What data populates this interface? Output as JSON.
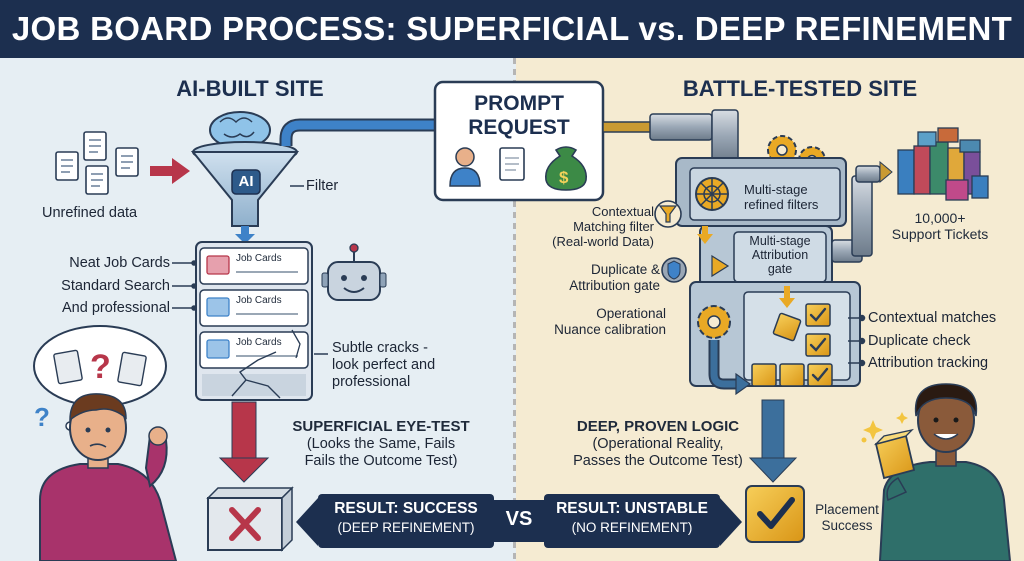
{
  "title": "JOB BOARD PROCESS: SUPERFICIAL vs. DEEP REFINEMENT",
  "left": {
    "heading": "AI-BUILT SITE",
    "unrefined_label": "Unrefined data",
    "filter_label": "Filter",
    "ai_label": "AI",
    "features": [
      "Neat Job Cards",
      "Standard Search",
      "And professional"
    ],
    "job_cards": [
      "Job Cards",
      "Job Cards",
      "Job Cards"
    ],
    "cracks_label": "Subtle cracks -\nlook perfect and\nprofessional",
    "eye_test_title": "SUPERFICIAL EYE-TEST",
    "eye_test_sub": "(Looks the Same, Fails\nFails the Outcome Test)"
  },
  "prompt": {
    "title": "PROMPT\nREQUEST",
    "icons": [
      "person-icon",
      "document-icon",
      "money-bag-icon"
    ]
  },
  "right": {
    "heading": "BATTLE-TESTED SITE",
    "stage1": "Multi-stage\nrefined filters",
    "stage2": "Multi-stage\nAttribution\ngate",
    "contextual_label": "Contextual\nMatching filter\n(Real-world Data)",
    "duplicate_label": "Duplicate &\nAttribution gate",
    "operational_label": "Operational\nNuance calibration",
    "tickets_label": "10,000+\nSupport Tickets",
    "checks": [
      "Contextual matches",
      "Duplicate check",
      "Attribution tracking"
    ],
    "deep_title": "DEEP, PROVEN LOGIC",
    "deep_sub": "(Operational Reality,\nPasses the Outcome Test)",
    "placement_label": "Placement\nSuccess"
  },
  "results": {
    "left_title": "RESULT: SUCCESS",
    "left_sub": "(DEEP REFINEMENT)",
    "vs": "VS",
    "right_title": "RESULT: UNSTABLE",
    "right_sub": "(NO REFINEMENT)"
  },
  "colors": {
    "navy": "#1c2f4f",
    "left_bg": "#e6eef3",
    "right_bg": "#f5ebd2",
    "fail_red": "#b7364a",
    "gold": "#e9a925",
    "steel": "#5d7590",
    "pipe_blue": "#3e82c8",
    "pipe_gold": "#c99a32"
  }
}
